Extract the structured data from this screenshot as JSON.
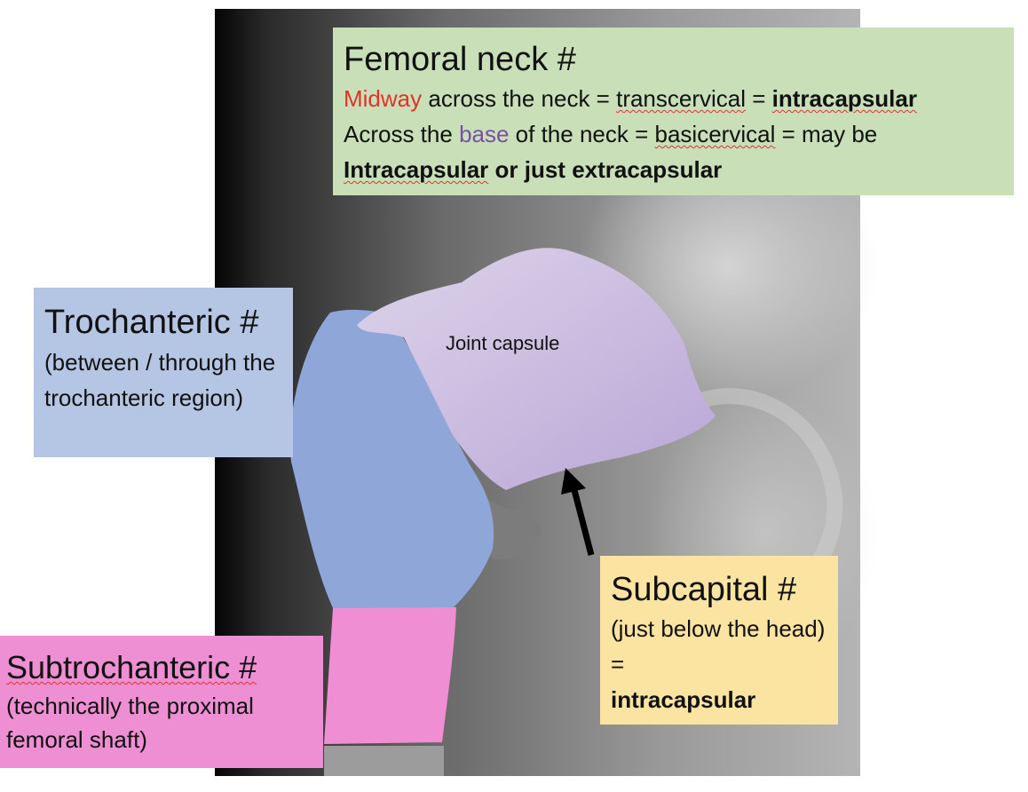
{
  "colors": {
    "neck_box": "#c8dfb8",
    "trochanteric_box": "#b4c6e4",
    "subcapital_box": "#fbe3a1",
    "subtrochanteric_box": "#ee8fd3",
    "capsule_fill": "#c9b6dd",
    "trochanteric_region_fill": "#8fa6d9",
    "subtrochanteric_region_fill": "#ef8ed3",
    "midway_text": "#e0332a",
    "base_text": "#7a4fa6",
    "arrow": "#000000"
  },
  "femoral_neck": {
    "title": "Femoral neck #",
    "line1": {
      "highlight": "Midway",
      "text_a": " across the neck = ",
      "term": "transcervical",
      "text_b": " = ",
      "bold": "intracapsular"
    },
    "line2": {
      "text_a": "Across the ",
      "highlight": "base",
      "text_b": " of the neck = ",
      "term": "basicervical",
      "text_c": " = may be"
    },
    "line3": {
      "bold_a": "Intracapsular",
      "bold_b": " or just extracapsular"
    }
  },
  "trochanteric": {
    "title": "Trochanteric #",
    "description": "(between / through the trochanteric region)"
  },
  "subcapital": {
    "title": "Subcapital #",
    "description": "(just below the head) =",
    "bold": "intracapsular"
  },
  "subtrochanteric": {
    "title": "Subtrochanteric #",
    "description": "(technically the proximal femoral shaft)"
  },
  "capsule": {
    "label": "Joint capsule"
  },
  "icons": [
    "arrow-icon"
  ]
}
